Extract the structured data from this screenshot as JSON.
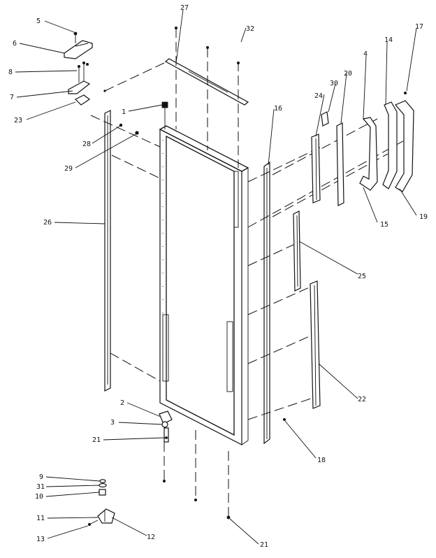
{
  "callouts": [
    "1",
    "2",
    "3",
    "4",
    "5",
    "6",
    "7",
    "8",
    "9",
    "10",
    "11",
    "12",
    "13",
    "14",
    "15",
    "16",
    "17",
    "18",
    "19",
    "20",
    "21",
    "22",
    "23",
    "24",
    "25",
    "26",
    "27",
    "28",
    "29",
    "30",
    "31",
    "32"
  ],
  "extra_labels": {
    "callout_21_lower": "21"
  }
}
